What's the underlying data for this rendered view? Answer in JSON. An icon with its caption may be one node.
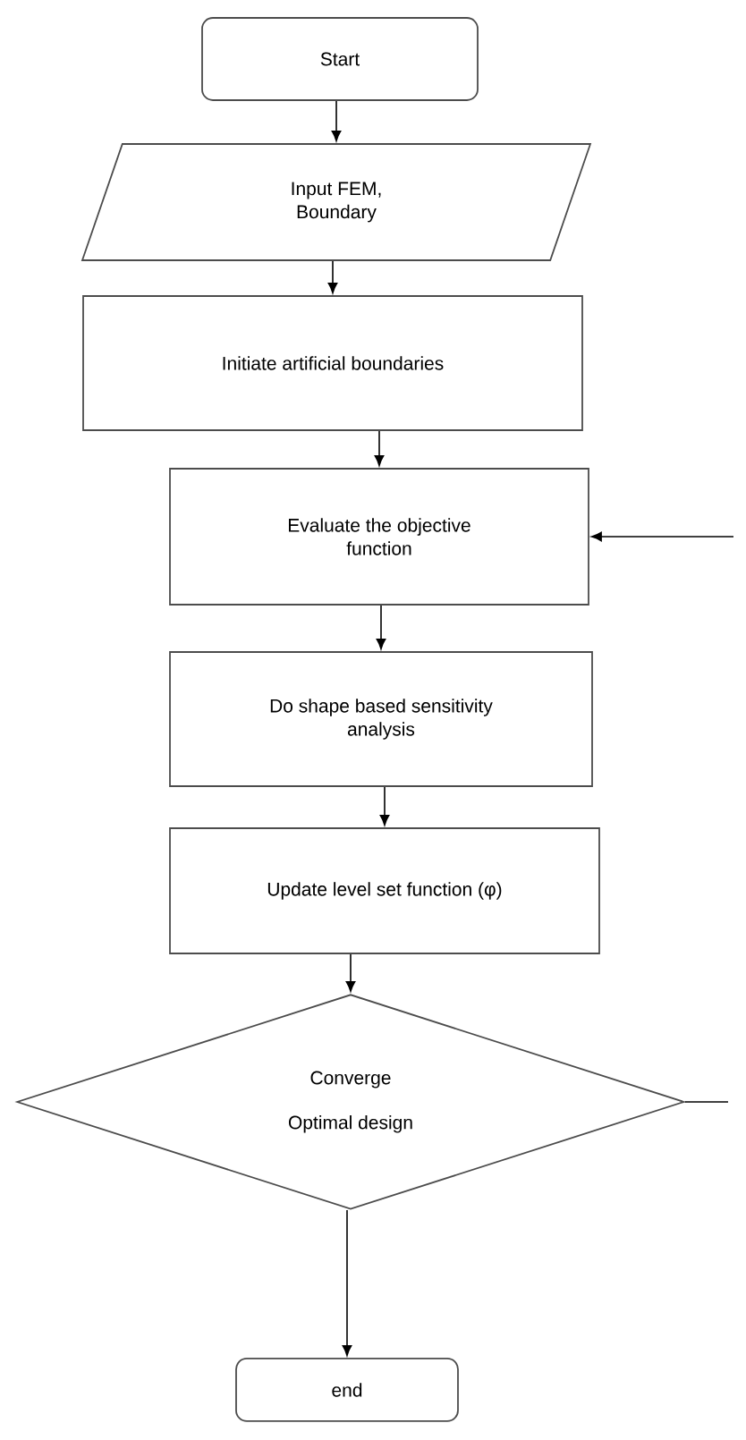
{
  "diagram": {
    "nodes": [
      {
        "text": [
          "Start"
        ]
      },
      {
        "text": [
          "Input FEM, Boundary"
        ]
      },
      {
        "text": [
          "Initiate artificial boundaries"
        ]
      },
      {
        "text": [
          "Evaluate the objective function"
        ]
      },
      {
        "text": [
          "Do shape based sensitivity analysis"
        ]
      },
      {
        "text": [
          "Update level set function (φ)"
        ]
      },
      {
        "text": [
          "Converge",
          "Optimal design"
        ]
      },
      {
        "text": [
          "end"
        ]
      }
    ],
    "edges": [
      {
        "from": 0,
        "to": 1,
        "arrow": "to"
      },
      {
        "from": 1,
        "to": 2,
        "arrow": "to"
      },
      {
        "from": 2,
        "to": 3,
        "arrow": "to"
      },
      {
        "from": 3,
        "to": 4,
        "arrow": "to"
      },
      {
        "from": 4,
        "to": 5,
        "arrow": "to"
      },
      {
        "from": 5,
        "to": 6,
        "arrow": "to"
      },
      {
        "from": 6,
        "to": 7,
        "arrow": "to"
      },
      {
        "from": 6,
        "to": null,
        "arrow": "none"
      },
      {
        "from": null,
        "to": 3,
        "arrow": "to"
      }
    ]
  }
}
